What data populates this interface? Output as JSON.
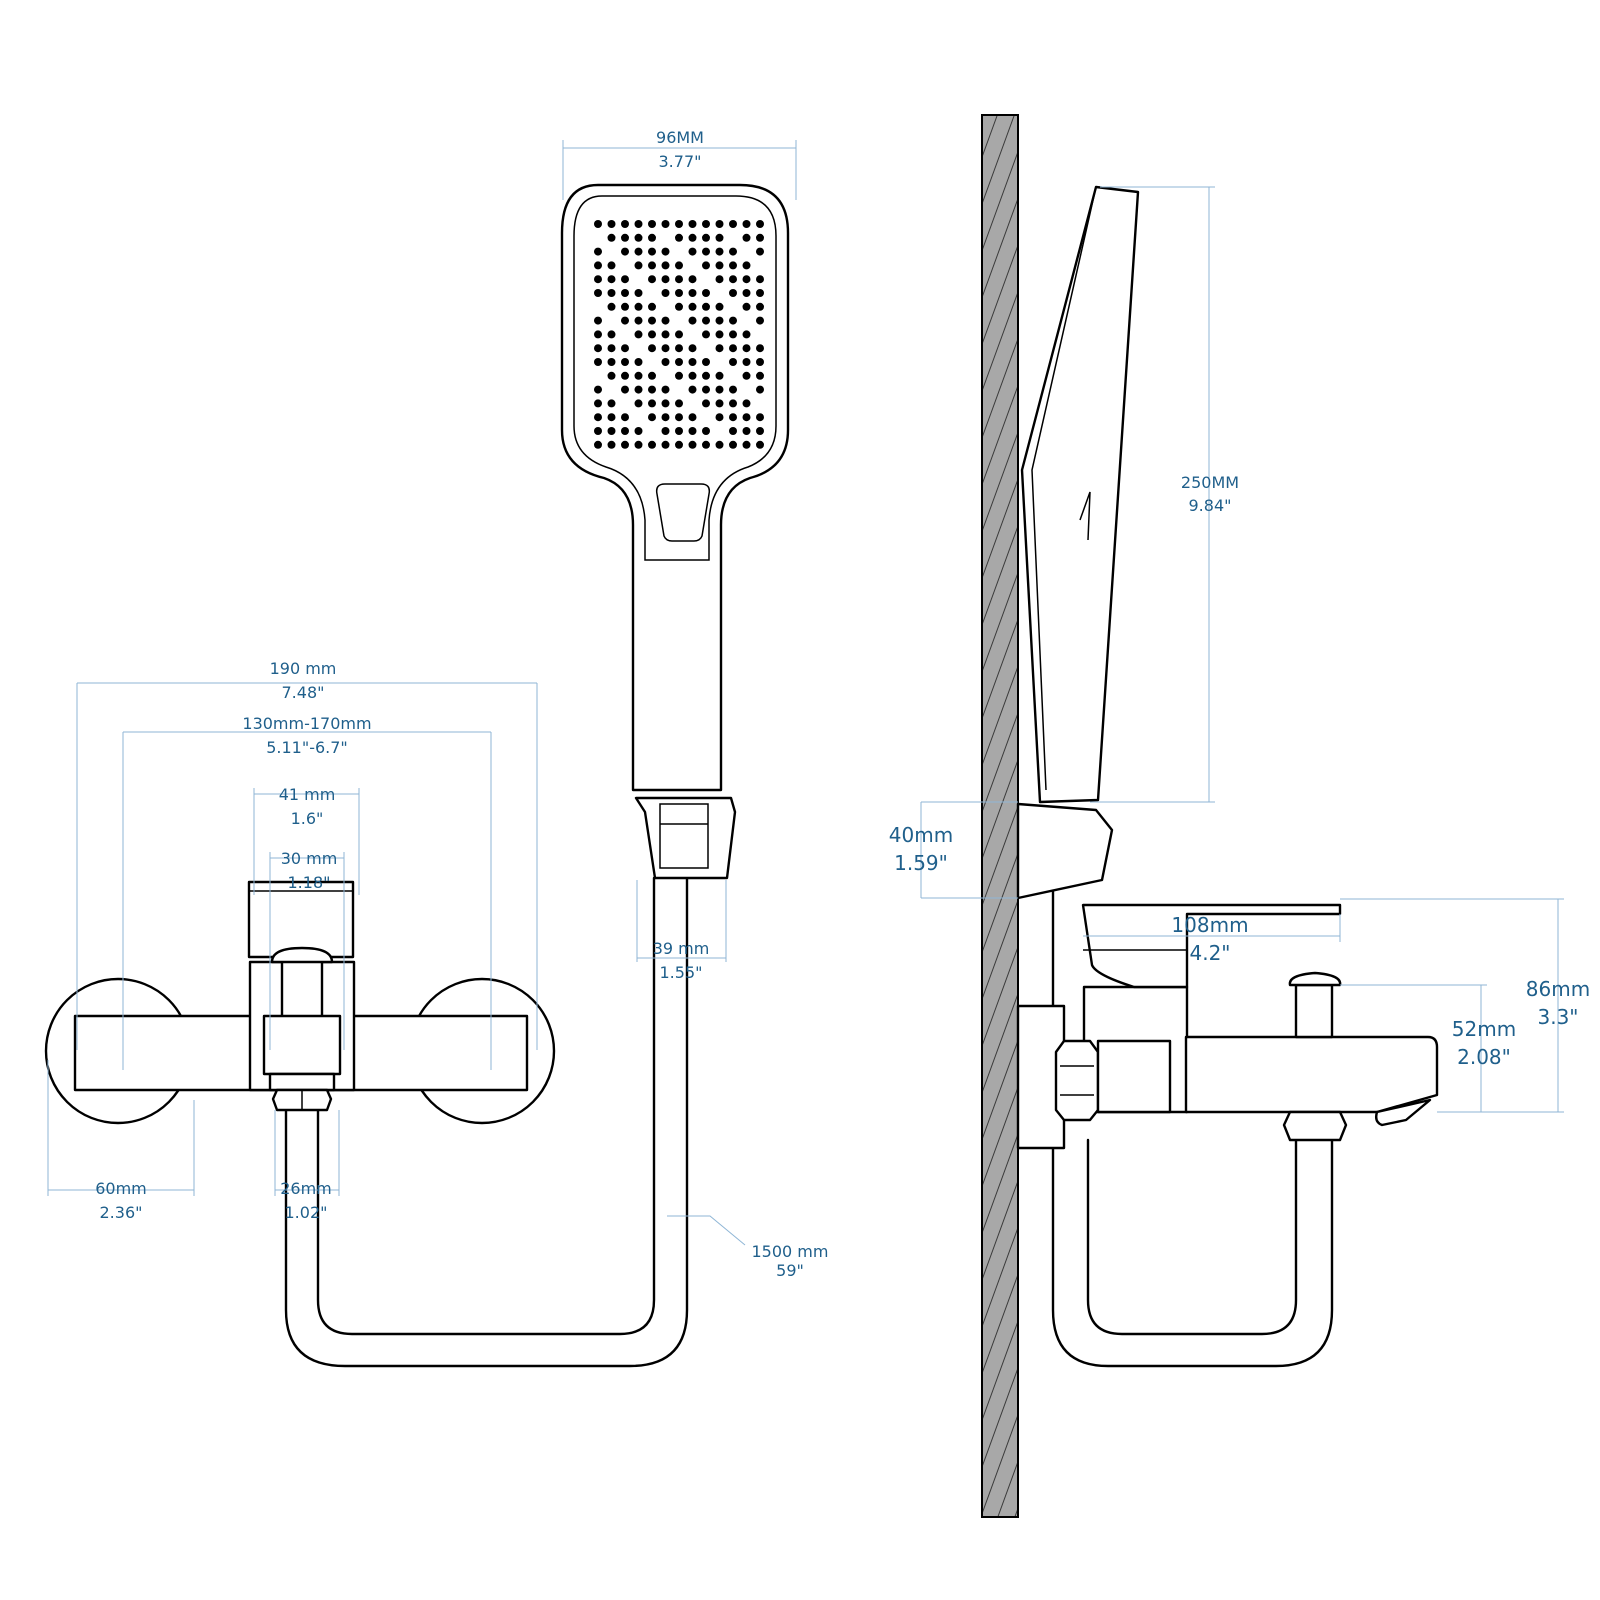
{
  "dimensions": {
    "head_width": {
      "mm": "96MM",
      "in": "3.77\""
    },
    "overall_width": {
      "mm": "190 mm",
      "in": "7.48\""
    },
    "center_distance": {
      "mm": "130mm-170mm",
      "in": "5.11\"-6.7\""
    },
    "top_body_width": {
      "mm": "41 mm",
      "in": "1.6\""
    },
    "handle_width": {
      "mm": "30 mm",
      "in": "1.18\""
    },
    "holder_width": {
      "mm": "39 mm",
      "in": "1.55\""
    },
    "flange_diameter": {
      "mm": "60mm",
      "in": "2.36\""
    },
    "outlet_width": {
      "mm": "26mm",
      "in": "1.02\""
    },
    "hose_length": {
      "mm": "1500 mm",
      "in": "59\""
    },
    "handset_length": {
      "mm": "250MM",
      "in": "9.84\""
    },
    "holder_height": {
      "mm": "40mm",
      "in": "1.59\""
    },
    "lever_length": {
      "mm": "108mm",
      "in": "4.2\""
    },
    "total_height": {
      "mm": "86mm",
      "in": "3.3\""
    },
    "body_height": {
      "mm": "52mm",
      "in": "2.08\""
    }
  }
}
